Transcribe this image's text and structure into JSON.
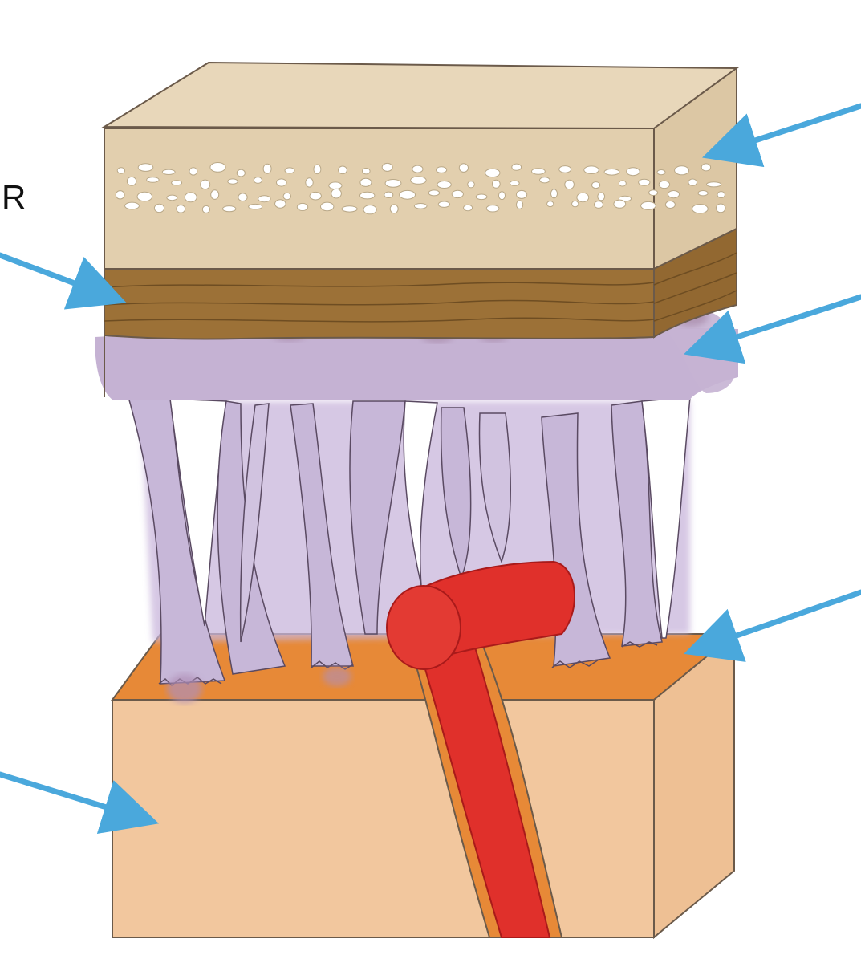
{
  "labels": {
    "partial_letter": "R"
  },
  "colors": {
    "top_block": "#e2cfae",
    "top_block_top": "#ead9bd",
    "top_block_side": "#d6c09b",
    "brown_band": "#9c7137",
    "brown_band_line": "#6e4d22",
    "membrane": "#c5b2d3",
    "fibers": "#c9bbd8",
    "fiber_shadow": "#b8a2d0",
    "orange_layer": "#e78937",
    "bottom_block": "#f2c79e",
    "bottom_block_side": "#eec094",
    "vessel": "#e0302b",
    "vessel_dark": "#b81f1f",
    "arrow": "#4aa8dc",
    "outline": "#6b5a4a"
  },
  "arrows": [
    {
      "name": "arrow-top-right",
      "target": "top-block-pores"
    },
    {
      "name": "arrow-left-upper",
      "target": "brown-band"
    },
    {
      "name": "arrow-right-middle",
      "target": "membrane"
    },
    {
      "name": "arrow-right-lower",
      "target": "orange-layer"
    },
    {
      "name": "arrow-left-lower",
      "target": "bottom-block"
    }
  ]
}
